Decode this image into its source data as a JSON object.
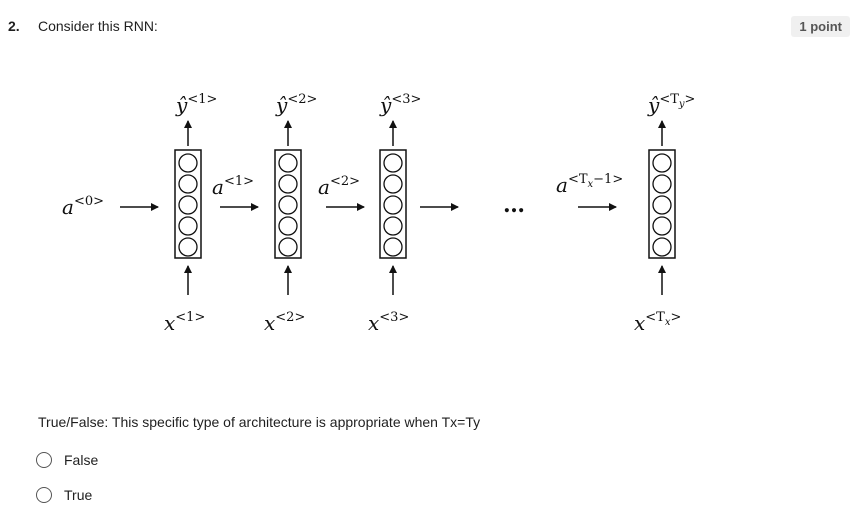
{
  "question": {
    "number": "2.",
    "title": "Consider this RNN:",
    "points": "1 point",
    "prompt": "True/False: This specific type of architecture is appropriate when Tx=Ty"
  },
  "diagram": {
    "a0": {
      "base": "a",
      "sup": "<0>"
    },
    "cells": [
      {
        "y_hat": {
          "base": "ŷ",
          "sup": "<1>"
        },
        "x": {
          "base": "x",
          "sup": "<1>"
        },
        "a_out": {
          "base": "a",
          "sup": "<1>"
        }
      },
      {
        "y_hat": {
          "base": "ŷ",
          "sup": "<2>"
        },
        "x": {
          "base": "x",
          "sup": "<2>"
        },
        "a_out": {
          "base": "a",
          "sup": "<2>"
        }
      },
      {
        "y_hat": {
          "base": "ŷ",
          "sup": "<3>"
        },
        "x": {
          "base": "x",
          "sup": "<3>"
        }
      },
      {
        "y_hat": {
          "base": "ŷ",
          "sup_pre": "<T",
          "sup_sub": "y",
          "sup_post": ">"
        },
        "x": {
          "base": "x",
          "sup_pre": "<T",
          "sup_sub": "x",
          "sup_post": ">"
        }
      }
    ],
    "ellipsis": "…",
    "a_last": {
      "base": "a",
      "sup_pre": "<T",
      "sup_sub": "x",
      "sup_post": "−1>"
    }
  },
  "options": [
    {
      "label": "False"
    },
    {
      "label": "True"
    }
  ]
}
